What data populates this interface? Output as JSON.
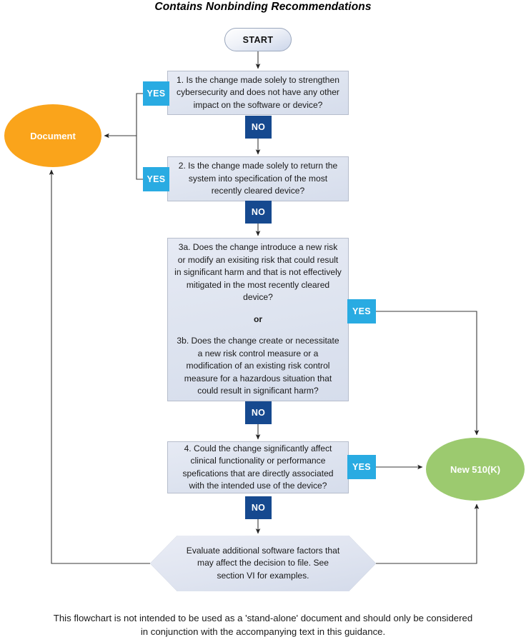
{
  "page": {
    "title": "Contains Nonbinding Recommendations",
    "footer": "This flowchart is not intended to be used as a 'stand-alone' document and should only be considered in conjunction with the accompanying text in this guidance."
  },
  "colors": {
    "yes_badge": "#29abe2",
    "no_badge": "#16498f",
    "document_ellipse": "#faa41b",
    "new510k_ellipse": "#9cca6f",
    "question_box_fill": "#dde3ef",
    "question_box_border": "#b6bdcc",
    "edge_line": "#3a3a3a"
  },
  "flowchart": {
    "type": "decision-flowchart",
    "start": {
      "label": "START"
    },
    "outcomes": {
      "document": {
        "label": "Document"
      },
      "new510k": {
        "label": "New 510(K)"
      }
    },
    "decisions": [
      {
        "id": "q1",
        "text": "1. Is the change made solely to strengthen cybersecurity and does not have any other impact on the software or device?",
        "yes_label": "YES",
        "no_label": "NO",
        "yes_target": "Document",
        "no_target": "q2"
      },
      {
        "id": "q2",
        "text": "2. Is the change made solely to return the system into specification of the most recently cleared device?",
        "yes_label": "YES",
        "no_label": "NO",
        "yes_target": "Document",
        "no_target": "q3"
      },
      {
        "id": "q3",
        "text_a": "3a. Does the change introduce a new risk or modify an exisiting risk that could result in significant harm and that is not effectively mitigated in the most recently cleared device?",
        "connector": "or",
        "text_b": "3b. Does the change create or necessitate a new risk control measure or a modification of an existing risk control measure for a hazardous situation that could result in significant harm?",
        "yes_label": "YES",
        "no_label": "NO",
        "yes_target": "New 510(K)",
        "no_target": "q4"
      },
      {
        "id": "q4",
        "text": "4. Could the change significantly affect clinical functionality or performance spefications that are directly associated with the intended use of the device?",
        "yes_label": "YES",
        "no_label": "NO",
        "yes_target": "New 510(K)",
        "no_target": "evaluate"
      }
    ],
    "evaluate": {
      "id": "evaluate",
      "shape": "hexagon",
      "text": "Evaluate additional software factors that may affect the decision to file. See section VI for examples.",
      "left_target": "Document",
      "right_target": "New 510(K)"
    }
  }
}
